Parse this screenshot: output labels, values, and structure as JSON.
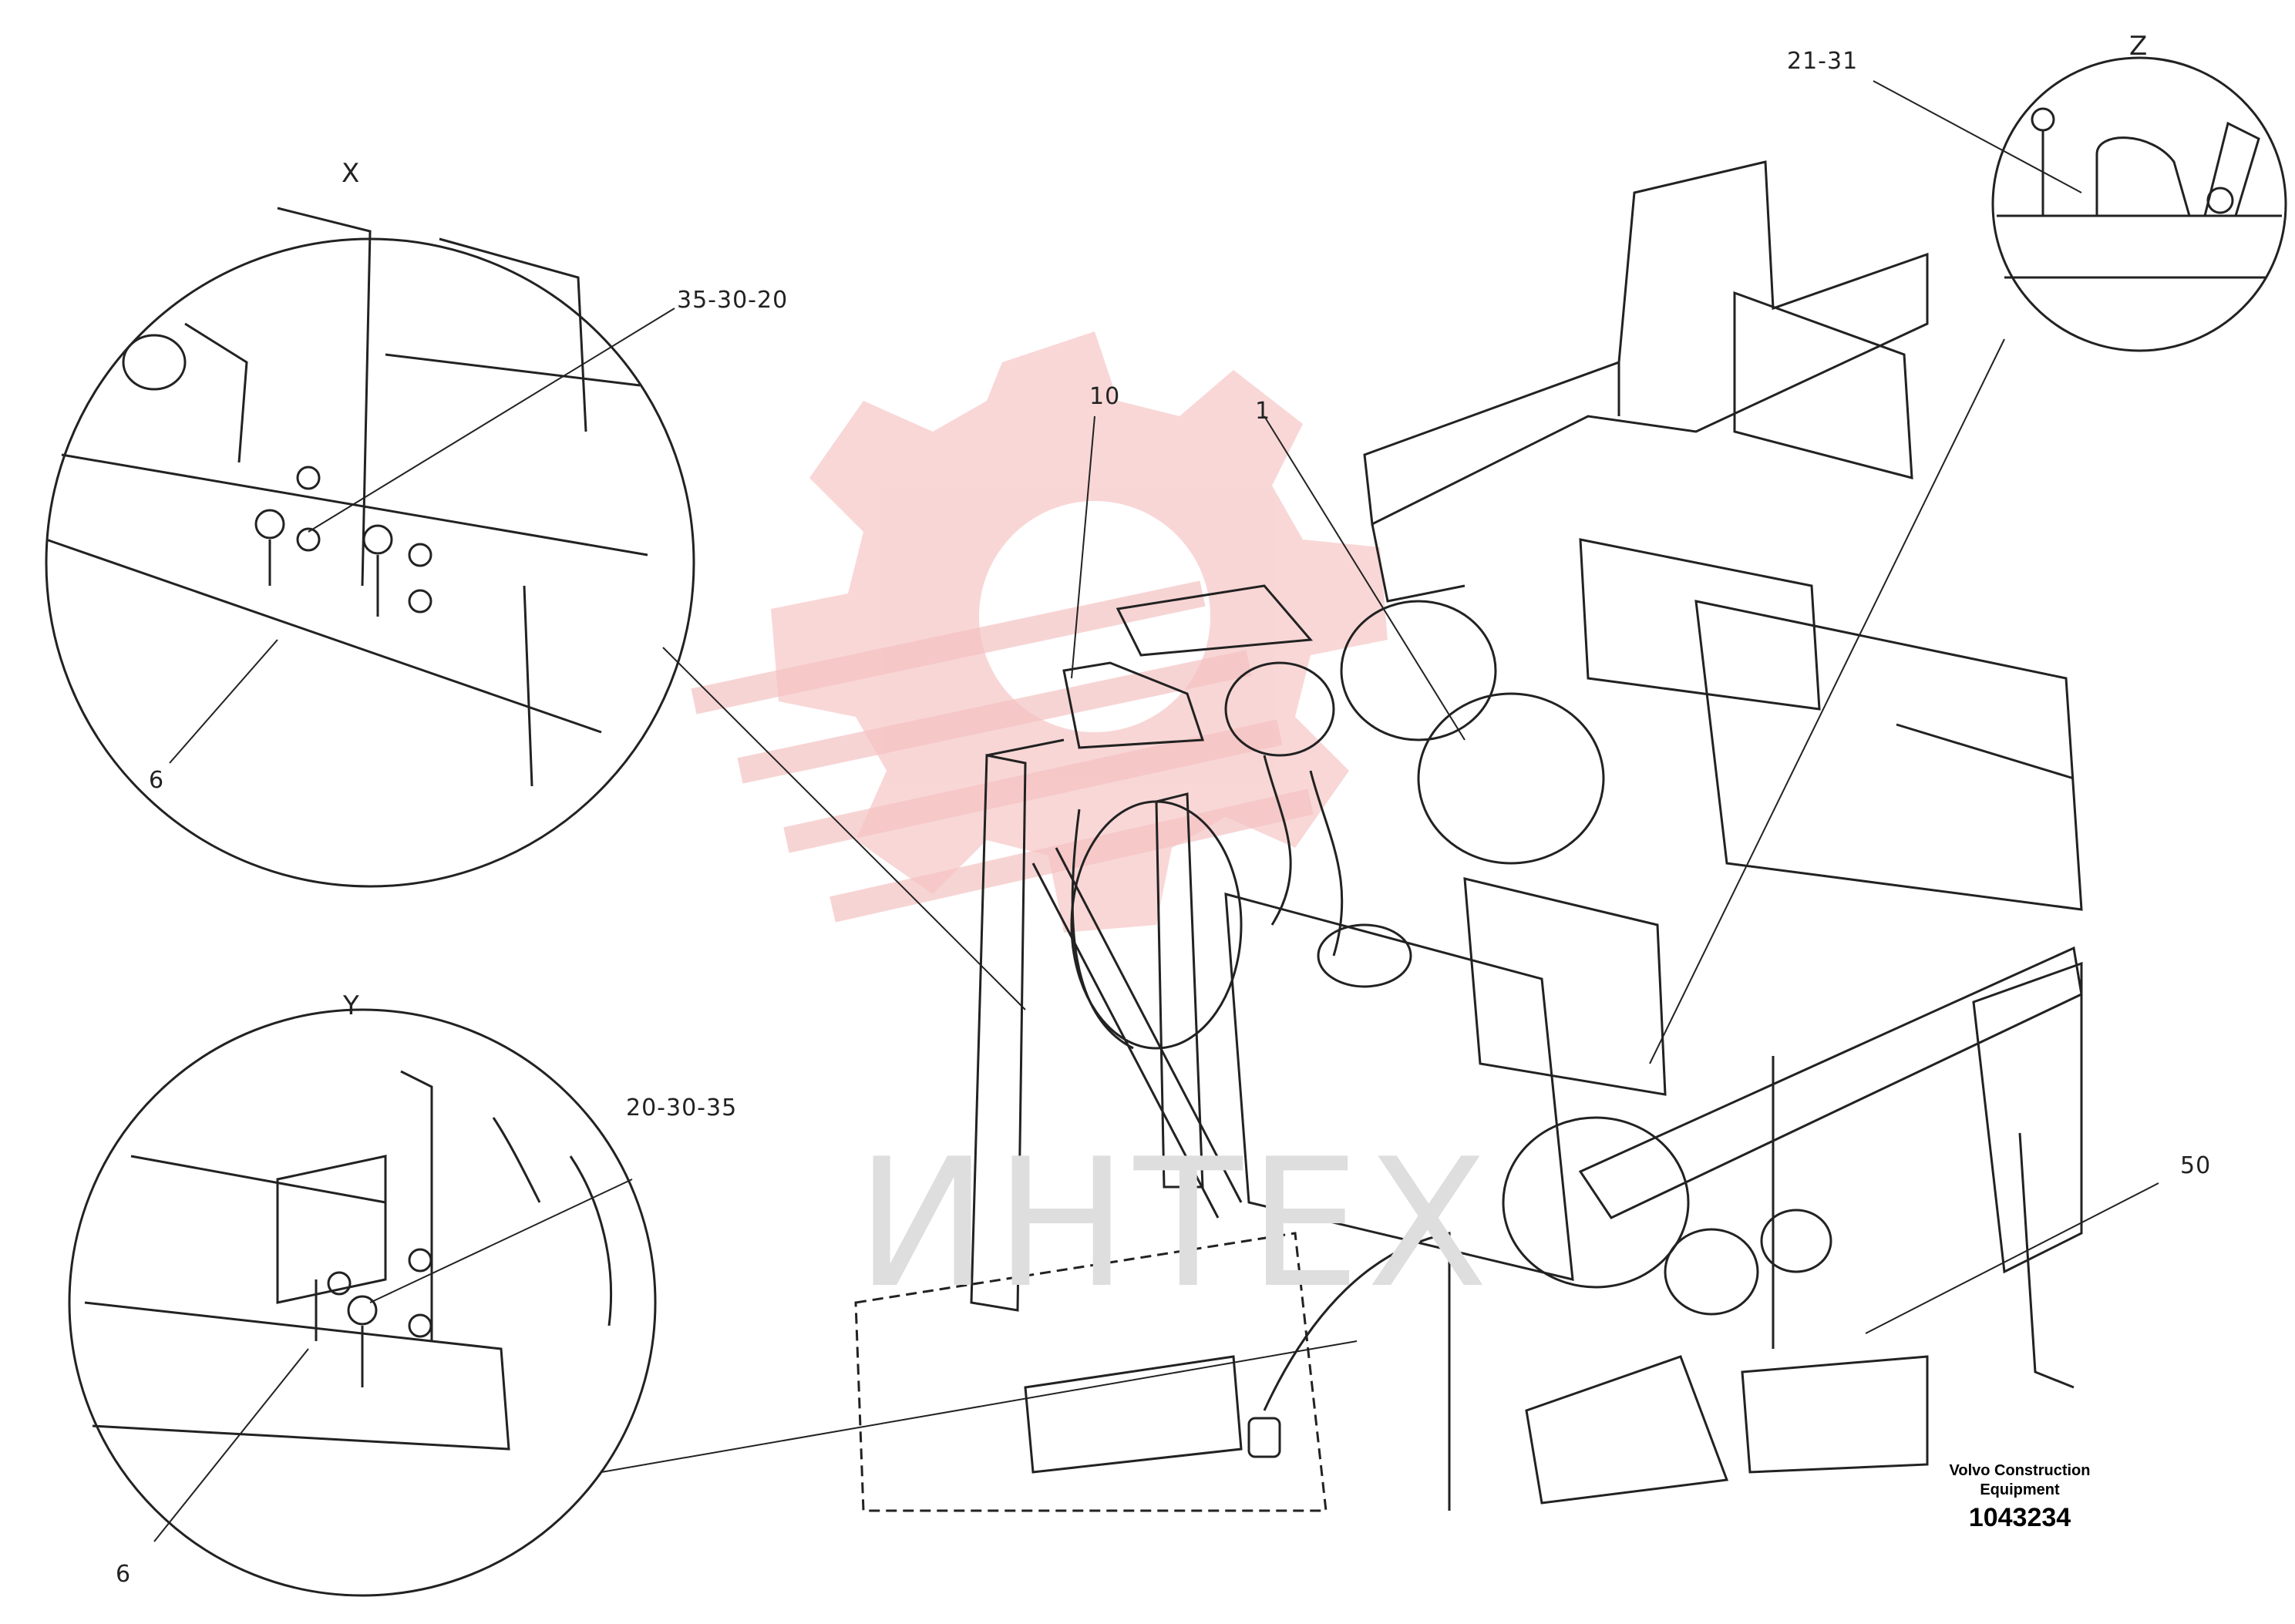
{
  "views": {
    "x": "X",
    "y": "Y",
    "z": "Z"
  },
  "callouts": {
    "x_top": "35-30-20",
    "x_bottom": "6",
    "y_top": "20-30-35",
    "y_bottom": "6",
    "z_top": "21-31",
    "main_left": "10",
    "main_mid": "1",
    "main_right": "50"
  },
  "watermark": {
    "text": "ИНТЕХ",
    "color": "#f2b8b8"
  },
  "title_block": {
    "maker_line1": "Volvo Construction",
    "maker_line2": "Equipment",
    "doc_number": "1043234"
  }
}
